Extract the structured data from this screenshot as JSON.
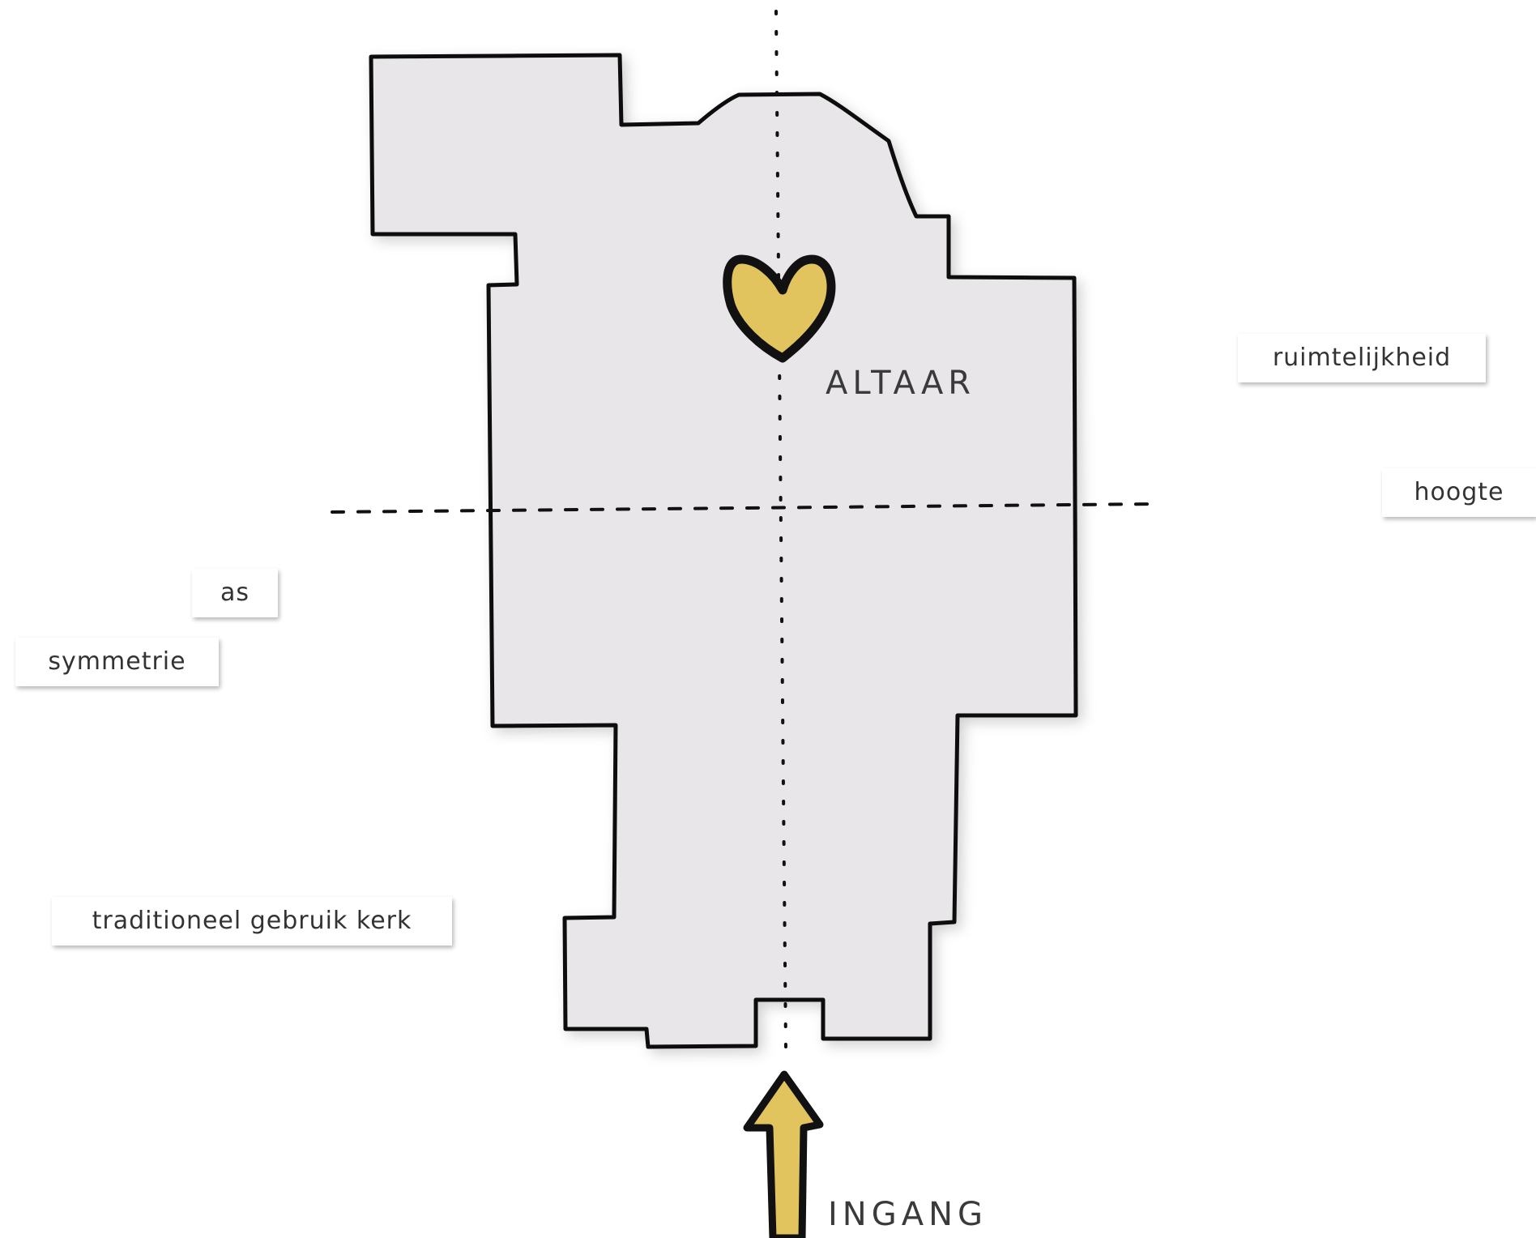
{
  "labels": {
    "altar": "ALTAAR",
    "entrance": "INGANG"
  },
  "tags": {
    "spaciousness": "ruimtelijkheid",
    "height": "hoogte",
    "axis": "as",
    "symmetry": "symmetrie",
    "traditional_use": "traditioneel gebruik kerk"
  },
  "icons": {
    "altar_marker": "heart-icon",
    "entrance_marker": "arrow-up-icon"
  },
  "colors": {
    "floor_plan_fill": "#e8e6e9",
    "outline": "#111111",
    "accent_yellow": "#e2c45f",
    "text": "#333333"
  }
}
